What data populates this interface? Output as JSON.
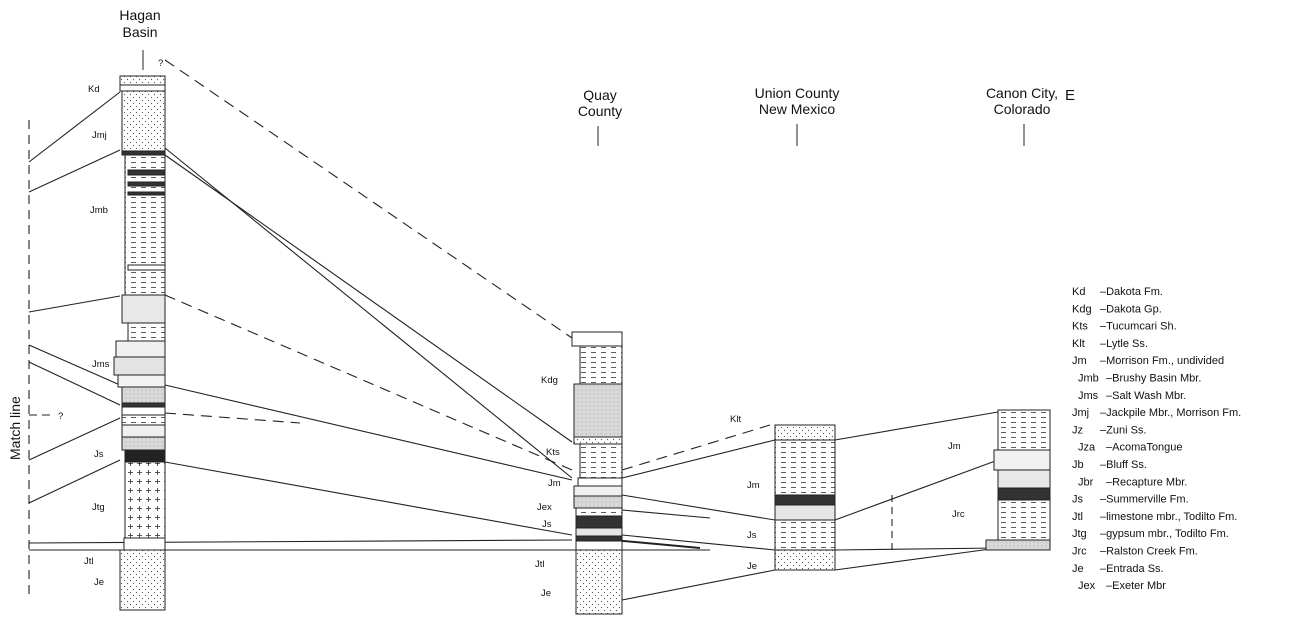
{
  "direction_label": "E",
  "match_line": "Match line",
  "locations": [
    {
      "id": "hagan",
      "lines": [
        "Hagan",
        "Basin"
      ]
    },
    {
      "id": "quay",
      "lines": [
        "Quay",
        "County"
      ]
    },
    {
      "id": "union",
      "lines": [
        "Union County",
        "New Mexico"
      ]
    },
    {
      "id": "canon",
      "lines": [
        "Canon City,",
        "Colorado"
      ]
    }
  ],
  "query_marks": [
    "?",
    "?"
  ],
  "unit_labels": {
    "hagan": [
      "Kd",
      "Jmj",
      "Jmb",
      "Jms",
      "Js",
      "Jtg",
      "Jtl",
      "Je"
    ],
    "quay": [
      "Kdg",
      "Kts",
      "Jm",
      "Jex",
      "Js",
      "Jtl",
      "Je"
    ],
    "union": [
      "Klt",
      "Jm",
      "Js",
      "Je"
    ],
    "canon": [
      "Jm",
      "Jrc"
    ]
  },
  "legend": [
    {
      "code": "Kd",
      "desc": "Dakota Fm.",
      "indent": false
    },
    {
      "code": "Kdg",
      "desc": "Dakota Gp.",
      "indent": false
    },
    {
      "code": "Kts",
      "desc": "Tucumcari Sh.",
      "indent": false
    },
    {
      "code": "Klt",
      "desc": "Lytle Ss.",
      "indent": false
    },
    {
      "code": "Jm",
      "desc": "Morrison Fm., undivided",
      "indent": false
    },
    {
      "code": "Jmb",
      "desc": "Brushy Basin Mbr.",
      "indent": true
    },
    {
      "code": "Jms",
      "desc": "Salt Wash Mbr.",
      "indent": true
    },
    {
      "code": "Jmj",
      "desc": "Jackpile Mbr., Morrison Fm.",
      "indent": false
    },
    {
      "code": "Jz",
      "desc": "Zuni Ss.",
      "indent": false
    },
    {
      "code": "Jza",
      "desc": "AcomaTongue",
      "indent": true
    },
    {
      "code": "Jb",
      "desc": "Bluff Ss.",
      "indent": false
    },
    {
      "code": "Jbr",
      "desc": "Recapture Mbr.",
      "indent": true
    },
    {
      "code": "Js",
      "desc": "Summerville Fm.",
      "indent": false
    },
    {
      "code": "Jtl",
      "desc": "limestone mbr., Todilto Fm.",
      "indent": false
    },
    {
      "code": "Jtg",
      "desc": "gypsum mbr., Todilto Fm.",
      "indent": false
    },
    {
      "code": "Jrc",
      "desc": "Ralston Creek Fm.",
      "indent": false
    },
    {
      "code": "Je",
      "desc": "Entrada Ss.",
      "indent": false
    },
    {
      "code": "Jex",
      "desc": "Exeter Mbr",
      "indent": true
    }
  ]
}
